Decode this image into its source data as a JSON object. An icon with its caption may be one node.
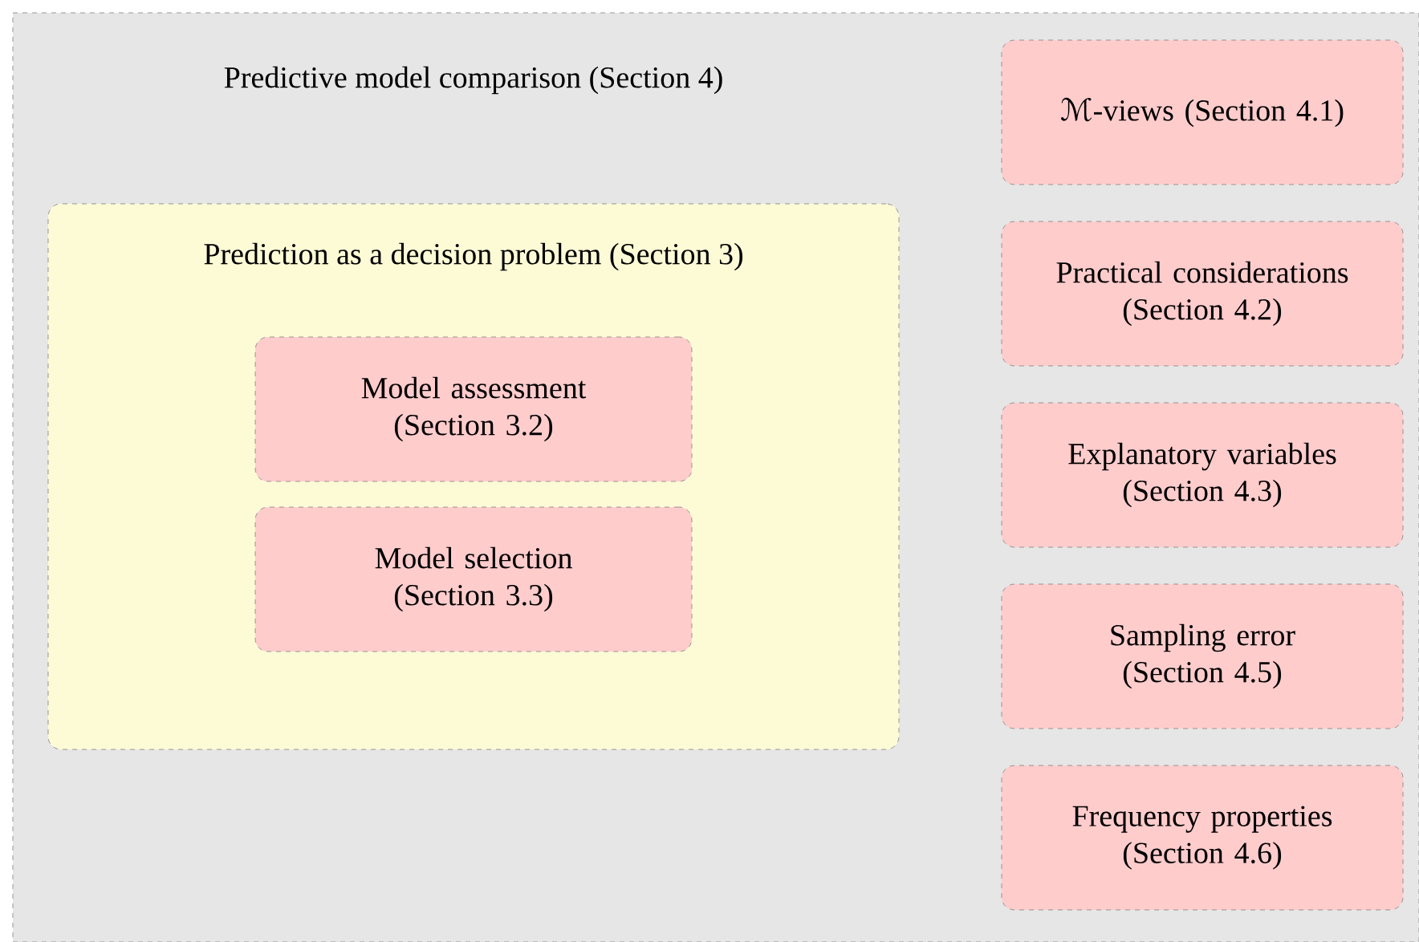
{
  "diagram": {
    "nodes": [
      {
        "text": [
          "Predictive model comparison (Section 4)"
        ]
      },
      {
        "text": [
          "Prediction as a decision problem (Section 3)"
        ],
        "in": 0
      },
      {
        "text": [
          "Model assessment (Section 3.2)"
        ],
        "in": 1
      },
      {
        "text": [
          "Model selection (Section 3.3)"
        ],
        "in": 1
      },
      {
        "text": [
          "ℳ-views (Section 4.1)"
        ],
        "in": 0
      },
      {
        "text": [
          "Practical considerations (Section 4.2)"
        ],
        "in": 0
      },
      {
        "text": [
          "Explanatory variables (Section 4.3)"
        ],
        "in": 0
      },
      {
        "text": [
          "Sampling error (Section 4.5)"
        ],
        "in": 0
      },
      {
        "text": [
          "Frequency properties (Section 4.6)"
        ],
        "in": 0
      }
    ]
  }
}
